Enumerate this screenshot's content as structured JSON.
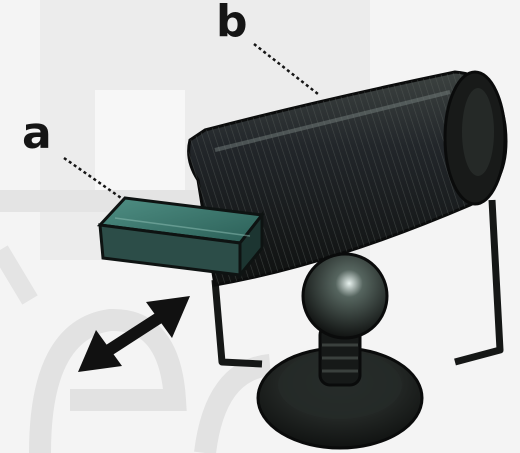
{
  "callouts": {
    "a": "a",
    "b": "b"
  },
  "colors": {
    "device_body": "#1b1d1c",
    "device_highlight": "#4e5553",
    "slider_cap": "#3a6e66",
    "background_watermark": "#e8e8e8",
    "arrow": "#111111"
  },
  "icons": {
    "motion_indicator": "double-headed-arrow"
  }
}
